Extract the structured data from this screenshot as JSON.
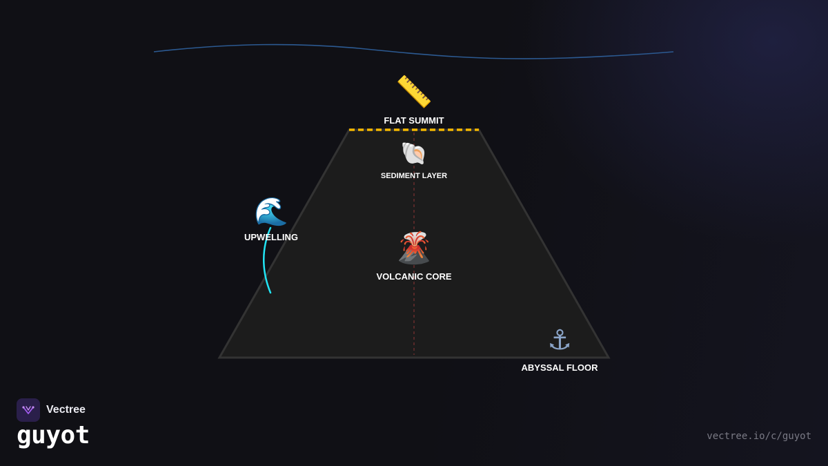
{
  "diagram": {
    "labels": {
      "flat_summit": "FLAT SUMMIT",
      "sediment_layer": "SEDIMENT LAYER",
      "upwelling": "UPWELLING",
      "volcanic_core": "VOLCANIC CORE",
      "abyssal_floor": "ABYSSAL FLOOR"
    },
    "icons": {
      "flat_summit": "📏",
      "sediment_layer": "🐚",
      "upwelling": "🌊",
      "volcanic_core": "🌋",
      "abyssal_floor": "⚓"
    },
    "colors": {
      "seamount_fill": "#1c1c1c",
      "seamount_stroke": "#333333",
      "summit_line": "#f5b800",
      "sea_surface": "#2c5a92",
      "upwelling_curve": "#22e5f5",
      "core_axis": "#6a2d2d"
    }
  },
  "footer": {
    "brand_name": "Vectree",
    "title": "guyot",
    "url": "vectree.io/c/guyot"
  }
}
